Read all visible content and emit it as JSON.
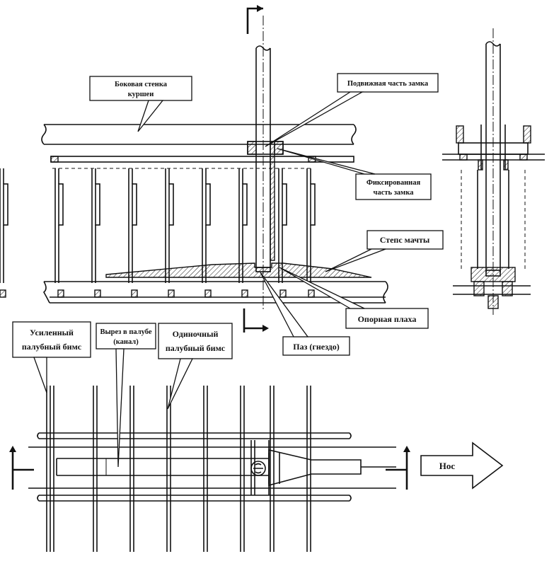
{
  "labels": {
    "side_wall_1": "Боковая стенка",
    "side_wall_2": "куршеи",
    "movable_lock": "Подвижная часть замка",
    "fixed_lock_1": "Фиксированная",
    "fixed_lock_2": "часть замка",
    "mast_step": "Степс мачты",
    "support_plate": "Опорная плаха",
    "socket": "Паз (гнездо)",
    "reinforced_beam_1": "Усиленный",
    "reinforced_beam_2": "палубный бимс",
    "deck_cutout_1": "Вырез в палубе",
    "deck_cutout_2": "(канал)",
    "single_beam_1": "Одиночный",
    "single_beam_2": "палубный бимс",
    "bow": "Нос"
  },
  "icons": [
    "section-arrow-icon",
    "bow-direction-arrow-icon"
  ]
}
